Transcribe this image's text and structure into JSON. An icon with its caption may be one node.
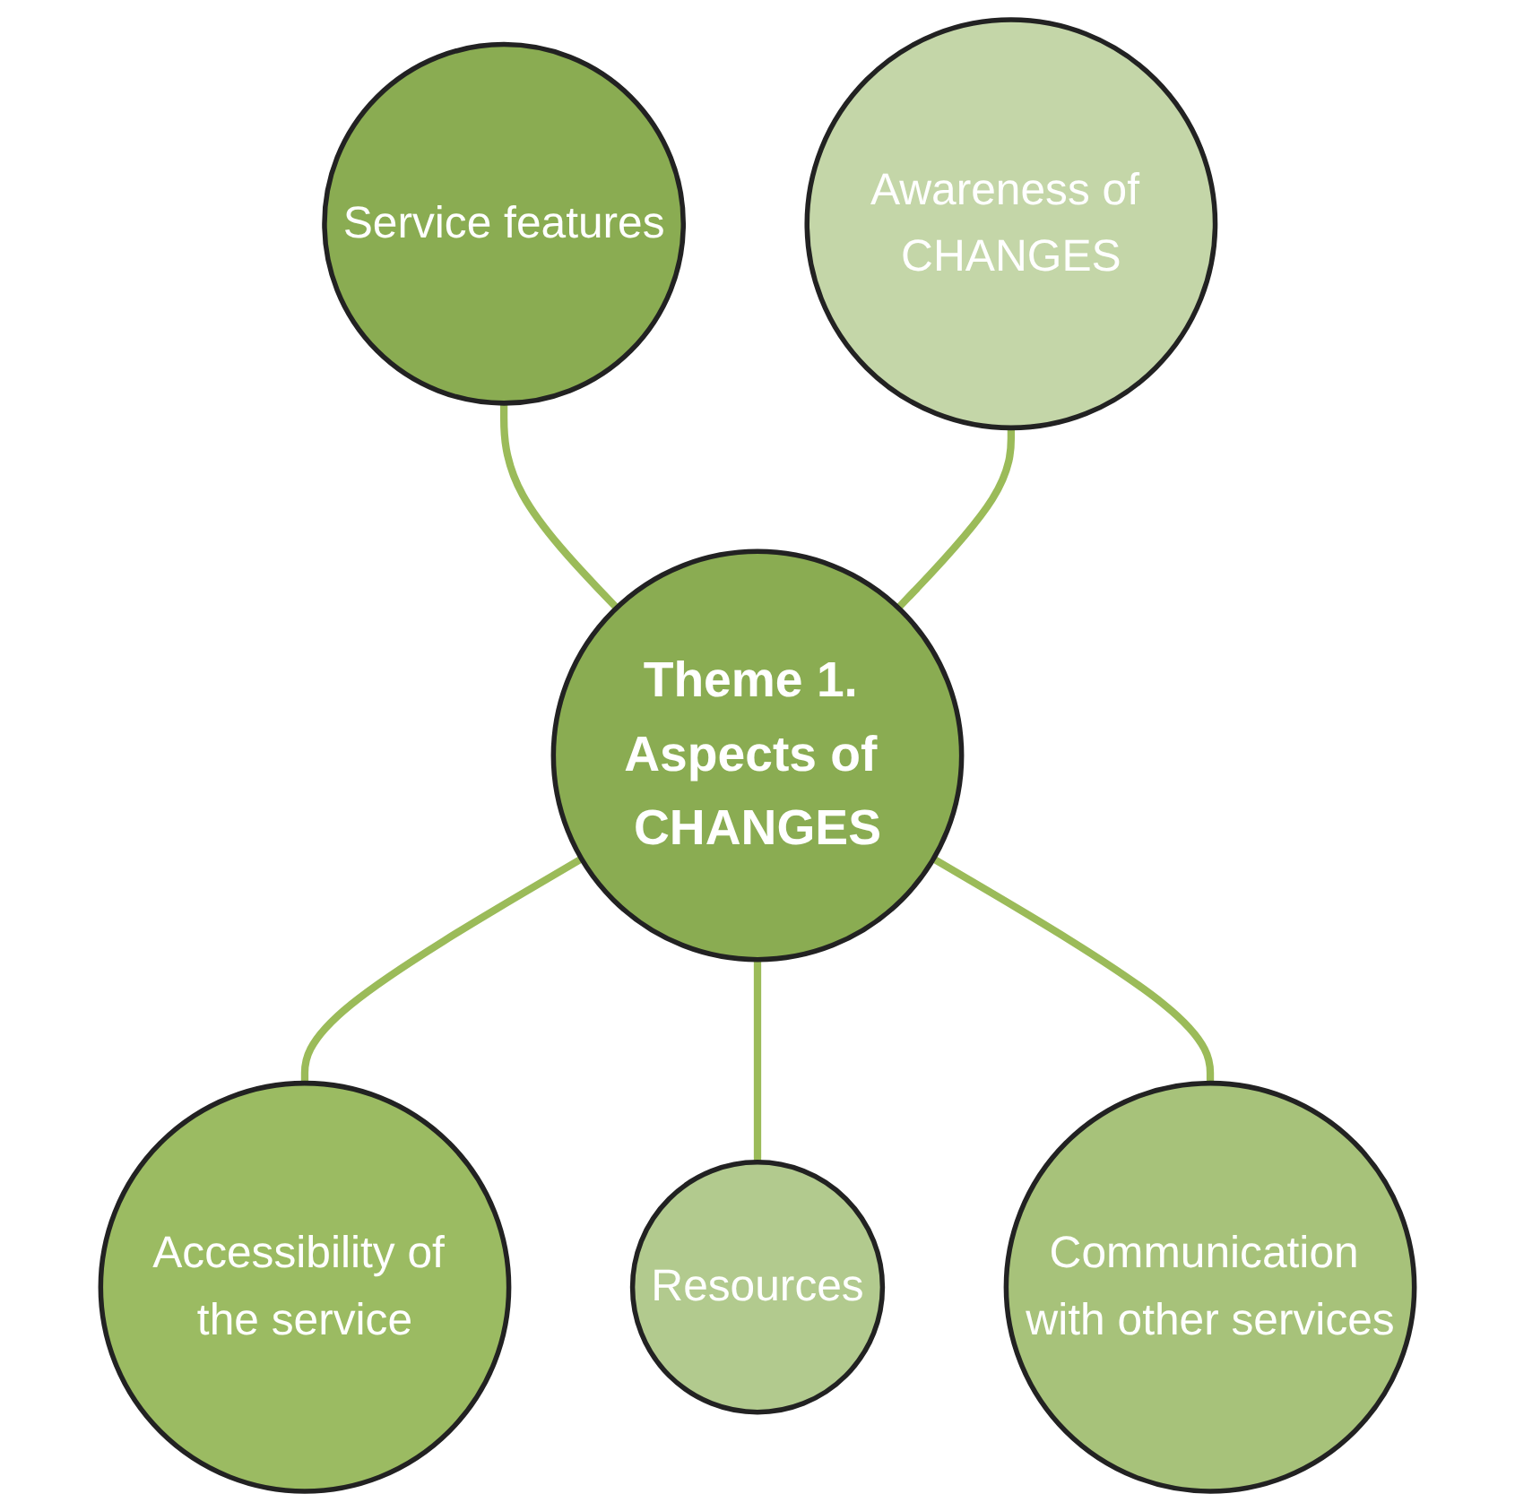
{
  "diagram": {
    "nodes": [
      {
        "text": [
          "Service features"
        ]
      },
      {
        "text": [
          "Awareness of CHANGES"
        ]
      },
      {
        "text": [
          "Theme 1. Aspects of CHANGES"
        ]
      },
      {
        "text": [
          "Accessibility of the service"
        ]
      },
      {
        "text": [
          "Resources"
        ]
      },
      {
        "text": [
          "Communication with other services"
        ]
      }
    ],
    "edges": [
      {
        "from": 0,
        "to": 2,
        "arrow": "none"
      },
      {
        "from": 1,
        "to": 2,
        "arrow": "none"
      },
      {
        "from": 2,
        "to": 3,
        "arrow": "none"
      },
      {
        "from": 2,
        "to": 4,
        "arrow": "none"
      },
      {
        "from": 2,
        "to": 5,
        "arrow": "none"
      }
    ]
  }
}
